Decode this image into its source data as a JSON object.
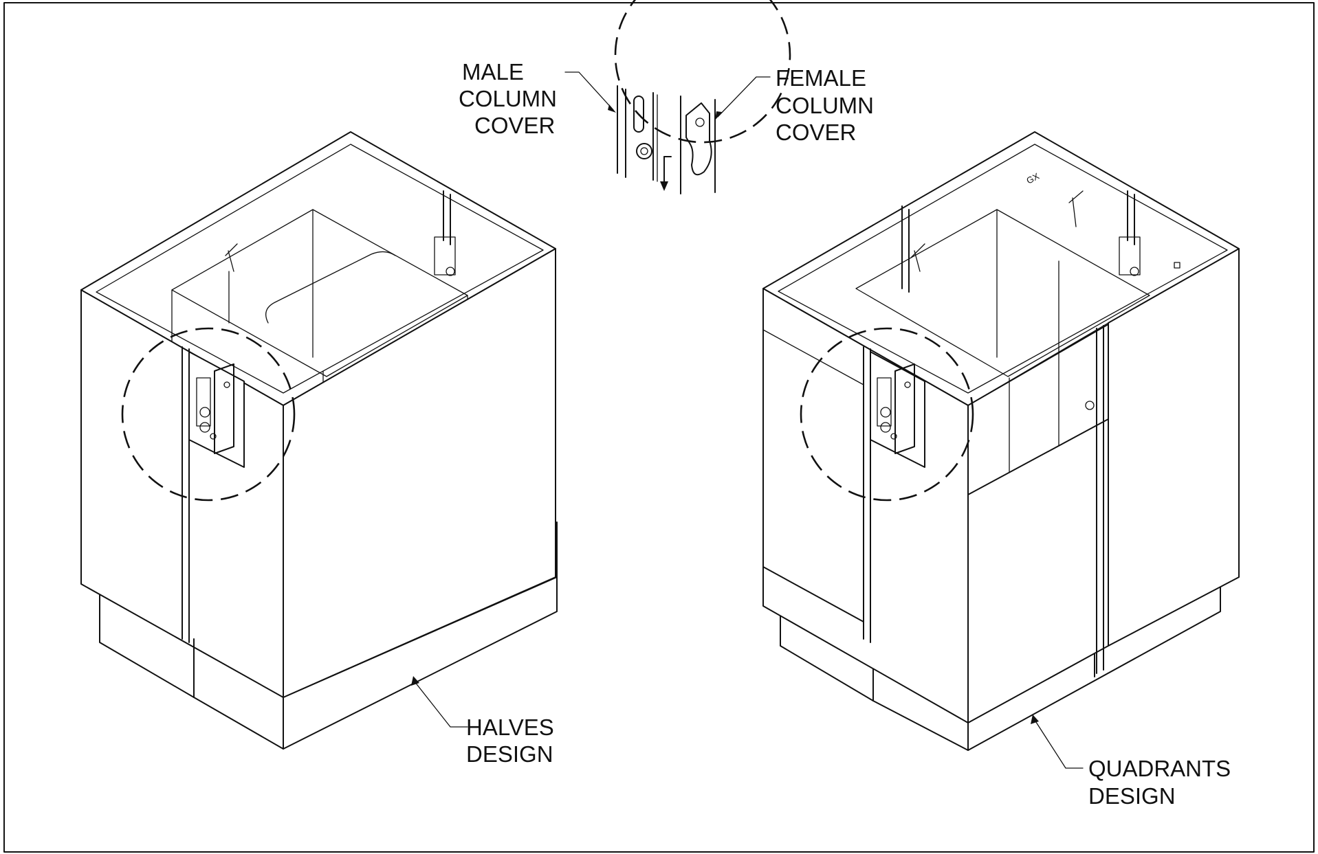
{
  "labels": {
    "male_line1": "MALE",
    "male_line2": "COLUMN",
    "male_line3": "COVER",
    "female_line1": "FEMALE",
    "female_line2": "COLUMN",
    "female_line3": "COVER",
    "halves_line1": "HALVES",
    "halves_line2": "DESIGN",
    "quadrants_line1": "QUADRANTS",
    "quadrants_line2": "DESIGN"
  },
  "colors": {
    "ink": "#111111",
    "paper": "#ffffff"
  }
}
